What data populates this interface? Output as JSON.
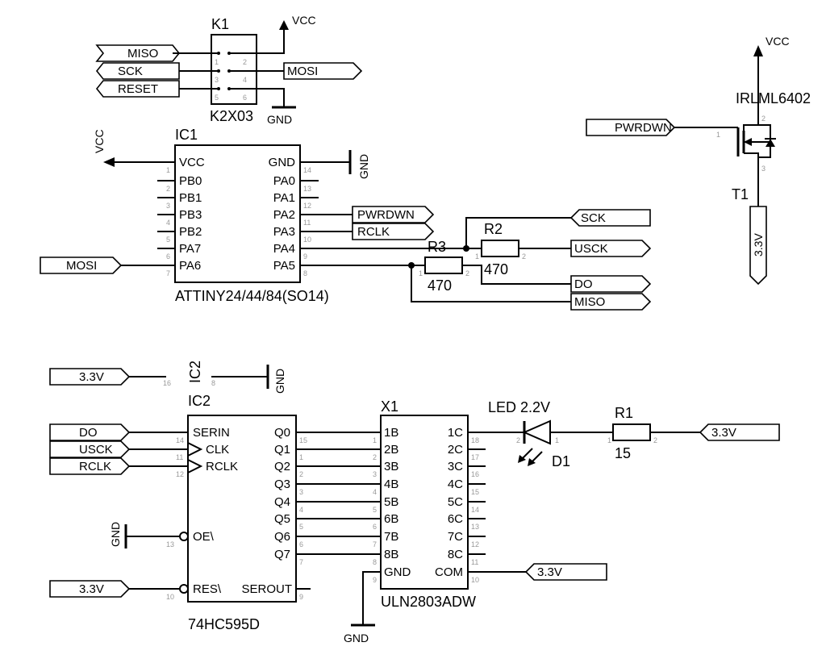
{
  "k1": {
    "ref": "K1",
    "value": "K2X03",
    "pins": [
      "1",
      "2",
      "3",
      "4",
      "5",
      "6"
    ],
    "labels": {
      "miso": "MISO",
      "sck": "SCK",
      "reset": "RESET",
      "mosi": "MOSI"
    },
    "vcc": "VCC",
    "gnd": "GND"
  },
  "ic1": {
    "ref": "IC1",
    "value": "ATTINY24/44/84(SO14)",
    "left_pins": [
      {
        "name": "VCC",
        "num": "1"
      },
      {
        "name": "PB0",
        "num": "2"
      },
      {
        "name": "PB1",
        "num": "3"
      },
      {
        "name": "PB3",
        "num": "4"
      },
      {
        "name": "PB2",
        "num": "5"
      },
      {
        "name": "PA7",
        "num": "6"
      },
      {
        "name": "PA6",
        "num": "7"
      }
    ],
    "right_pins": [
      {
        "name": "GND",
        "num": "14"
      },
      {
        "name": "PA0",
        "num": "13"
      },
      {
        "name": "PA1",
        "num": "12"
      },
      {
        "name": "PA2",
        "num": "11"
      },
      {
        "name": "PA3",
        "num": "10"
      },
      {
        "name": "PA4",
        "num": "9"
      },
      {
        "name": "PA5",
        "num": "8"
      }
    ],
    "vcc": "VCC",
    "gnd": "GND",
    "mosi_label": "MOSI",
    "pwrdwn_label": "PWRDWN",
    "rclk_label": "RCLK"
  },
  "r2": {
    "ref": "R2",
    "value": "470",
    "pin1": "1",
    "pin2": "2"
  },
  "r3": {
    "ref": "R3",
    "value": "470",
    "pin1": "1",
    "pin2": "2"
  },
  "net_labels": {
    "sck": "SCK",
    "usck": "USCK",
    "do": "DO",
    "miso": "MISO"
  },
  "t1": {
    "ref": "T1",
    "value": "IRLML6402",
    "vcc": "VCC",
    "pwrdwn": "PWRDWN",
    "v33": "3.3V",
    "pin_gate": "1",
    "pin_source": "2",
    "pin_drain": "3"
  },
  "ic2_power": {
    "v33": "3.3V",
    "ref": "IC2",
    "pin16": "16",
    "pin8": "8",
    "gnd": "GND"
  },
  "ic2": {
    "ref": "IC2",
    "value": "74HC595D",
    "left_pins": [
      {
        "name": "SERIN",
        "num": "14"
      },
      {
        "name": "CLK",
        "num": "11"
      },
      {
        "name": "RCLK",
        "num": "12"
      },
      {
        "name": "OE\\",
        "num": "13"
      },
      {
        "name": "RES\\",
        "num": "10"
      }
    ],
    "right_pins": [
      {
        "name": "Q0",
        "num": "15"
      },
      {
        "name": "Q1",
        "num": "1"
      },
      {
        "name": "Q2",
        "num": "2"
      },
      {
        "name": "Q3",
        "num": "3"
      },
      {
        "name": "Q4",
        "num": "4"
      },
      {
        "name": "Q5",
        "num": "5"
      },
      {
        "name": "Q6",
        "num": "6"
      },
      {
        "name": "Q7",
        "num": "7"
      },
      {
        "name": "SEROUT",
        "num": "9"
      }
    ],
    "inputs": {
      "do": "DO",
      "usck": "USCK",
      "rclk": "RCLK",
      "res": "3.3V"
    },
    "gnd": "GND"
  },
  "x1": {
    "ref": "X1",
    "value": "ULN2803ADW",
    "left_pins": [
      {
        "name": "1B",
        "num": "1"
      },
      {
        "name": "2B",
        "num": "2"
      },
      {
        "name": "3B",
        "num": "3"
      },
      {
        "name": "4B",
        "num": "4"
      },
      {
        "name": "5B",
        "num": "5"
      },
      {
        "name": "6B",
        "num": "6"
      },
      {
        "name": "7B",
        "num": "7"
      },
      {
        "name": "8B",
        "num": "8"
      },
      {
        "name": "GND",
        "num": "9"
      }
    ],
    "right_pins": [
      {
        "name": "1C",
        "num": "18"
      },
      {
        "name": "2C",
        "num": "17"
      },
      {
        "name": "3C",
        "num": "16"
      },
      {
        "name": "4C",
        "num": "15"
      },
      {
        "name": "5C",
        "num": "14"
      },
      {
        "name": "6C",
        "num": "13"
      },
      {
        "name": "7C",
        "num": "12"
      },
      {
        "name": "8C",
        "num": "11"
      },
      {
        "name": "COM",
        "num": "10"
      }
    ],
    "gnd": "GND",
    "com_label": "3.3V"
  },
  "d1": {
    "ref": "D1",
    "value": "LED 2.2V",
    "pin1": "1",
    "pin2": "2"
  },
  "r1": {
    "ref": "R1",
    "value": "15",
    "pin1": "1",
    "pin2": "2",
    "net": "3.3V"
  }
}
